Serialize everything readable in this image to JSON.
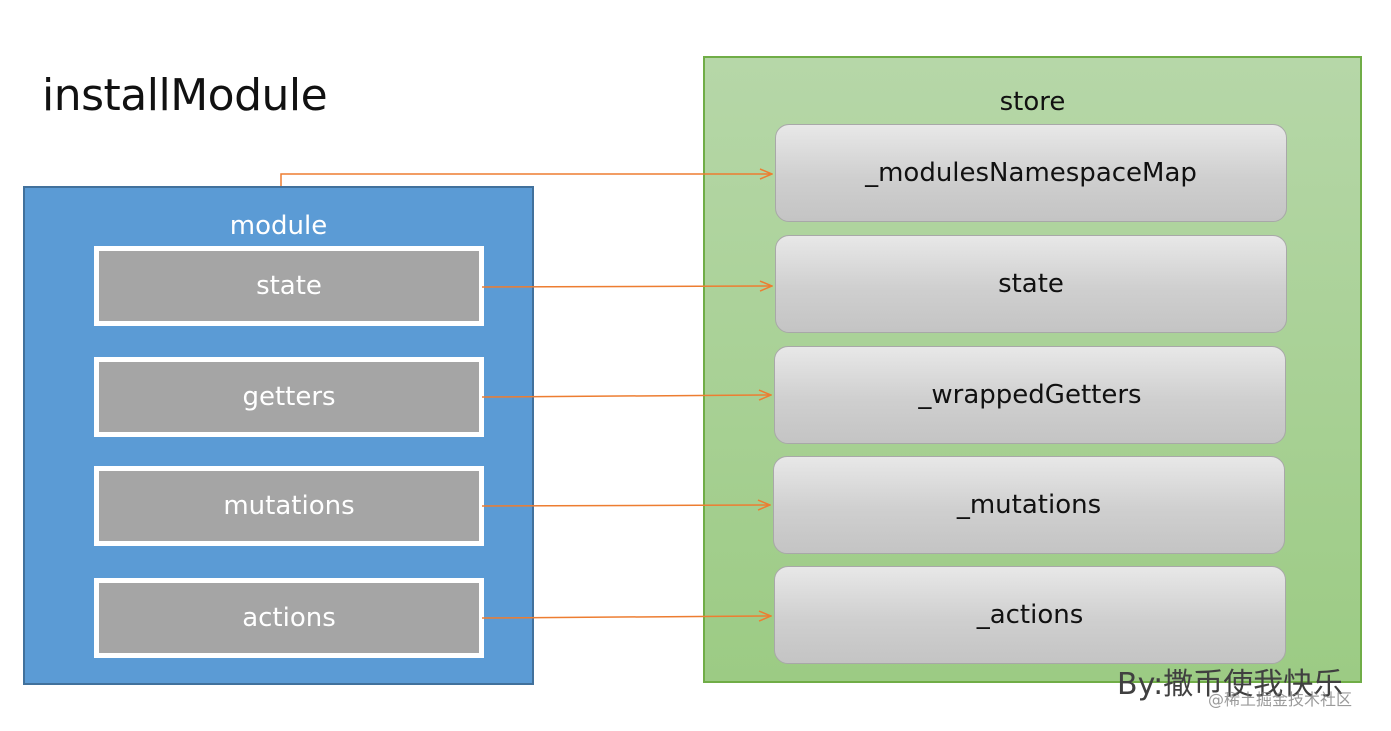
{
  "title": "installModule",
  "module": {
    "label": "module",
    "items": [
      "state",
      "getters",
      "mutations",
      "actions"
    ]
  },
  "store": {
    "label": "store",
    "items": [
      "_modulesNamespaceMap",
      "state",
      "_wrappedGetters",
      "_mutations",
      "_actions"
    ]
  },
  "credit": "By:撒币使我快乐",
  "watermark": "@稀土掘金技术社区",
  "colors": {
    "module_fill": "#5b9bd5",
    "module_item_fill": "#a5a5a5",
    "store_fill": "#a9d18e",
    "store_item_fill": "#d0d0d0",
    "arrow": "#ed7d31"
  }
}
